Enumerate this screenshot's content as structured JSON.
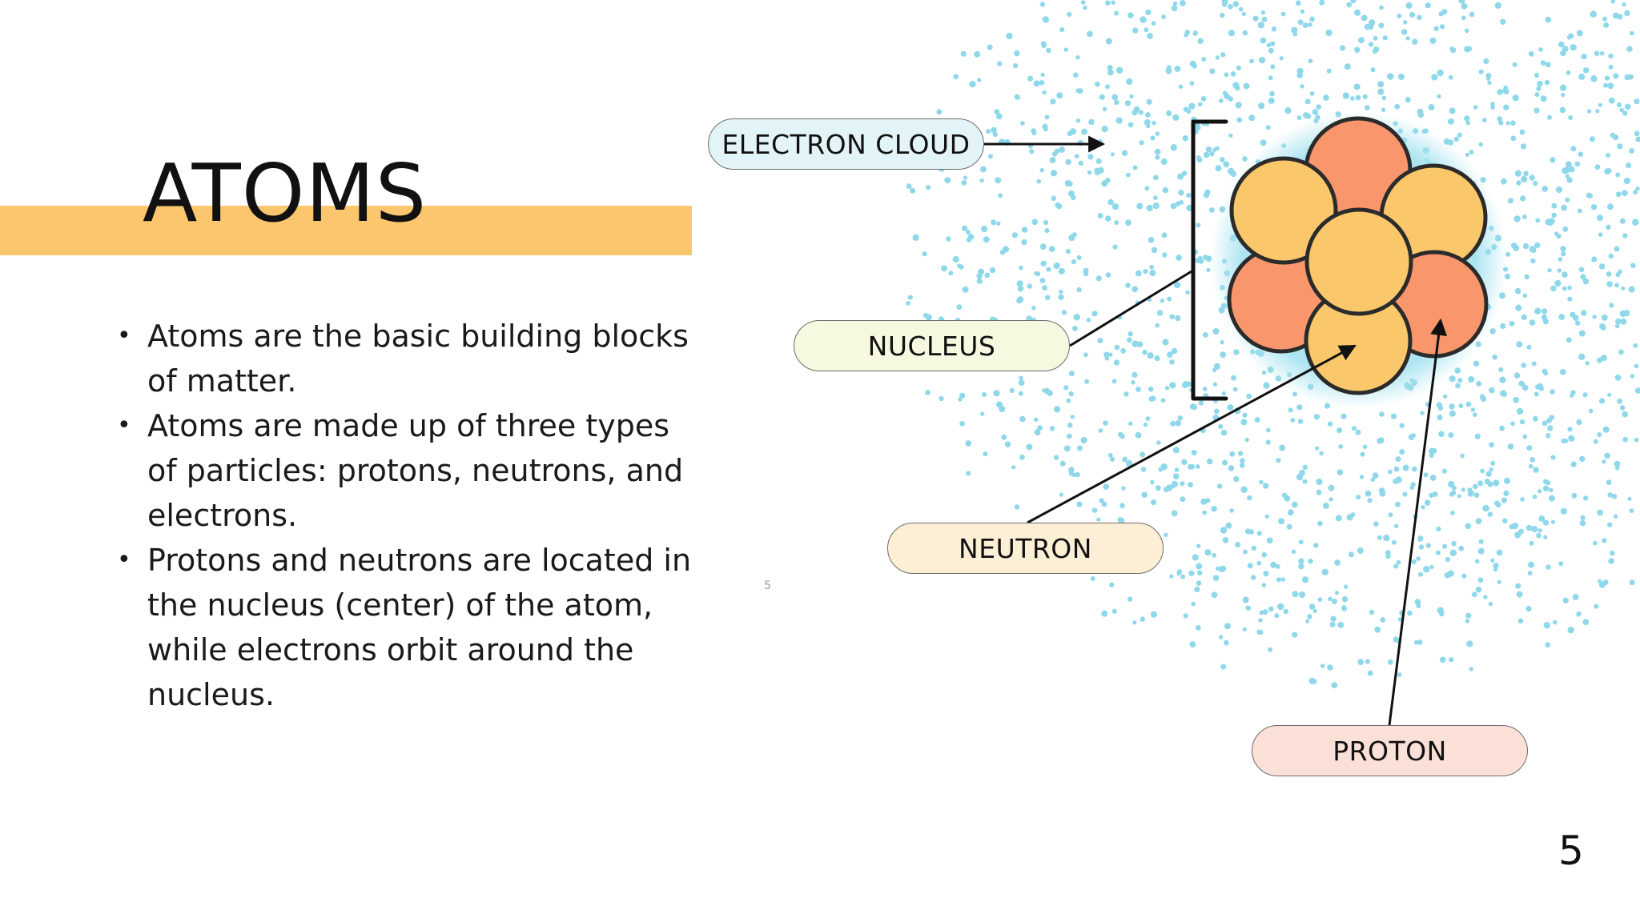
{
  "slide": {
    "title": "ATOMS",
    "bullets": [
      "Atoms are the basic building blocks of matter.",
      "Atoms are made up of three types of particles: protons, neutrons, and electrons.",
      "Protons and neutrons are located in the nucleus (center) of the atom, while electrons orbit around the nucleus."
    ],
    "small_number": "5",
    "page_number": "5"
  },
  "diagram": {
    "labels": {
      "electron_cloud": "ELECTRON CLOUD",
      "nucleus": "NUCLEUS",
      "neutron": "NEUTRON",
      "proton": "PROTON"
    },
    "colors": {
      "title_band": "#fbc66e",
      "electron_dots": "#8fd8ea",
      "nucleus_glow": "#a8e3f0",
      "proton": "#f9966c",
      "neutron": "#fbc76b",
      "outline": "#2b2b2b"
    },
    "nucleus_particles": [
      "neutron",
      "proton",
      "neutron",
      "proton",
      "neutron",
      "proton",
      "neutron"
    ]
  }
}
